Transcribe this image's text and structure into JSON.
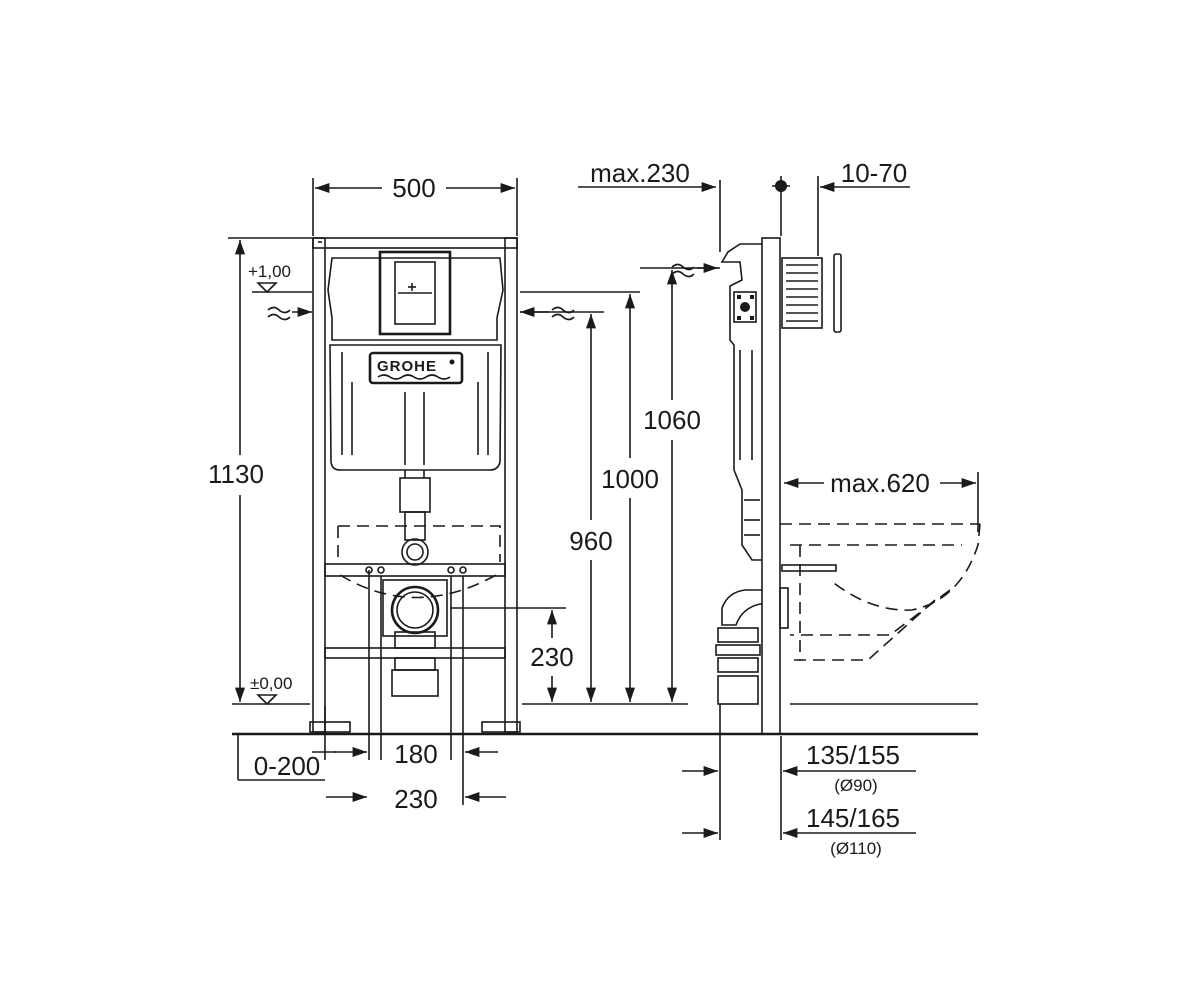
{
  "front_view": {
    "width_total": "500",
    "height_total": "1130",
    "level_top": "+1,00",
    "level_floor": "±0,00",
    "height_1060": "1060",
    "height_1000": "1000",
    "height_960": "960",
    "height_230": "230",
    "adjust_0_200": "0-200",
    "spacing_180": "180",
    "spacing_230": "230",
    "brand_logo": "GROHE"
  },
  "side_view": {
    "max_230": "max.230",
    "range_10_70": "10-70",
    "max_620": "max.620",
    "dim_135_155": "135/155",
    "dia_90": "(Ø90)",
    "dim_145_165": "145/165",
    "dia_110": "(Ø110)"
  },
  "colors": {
    "line": "#1a1a1a",
    "background": "#ffffff"
  }
}
